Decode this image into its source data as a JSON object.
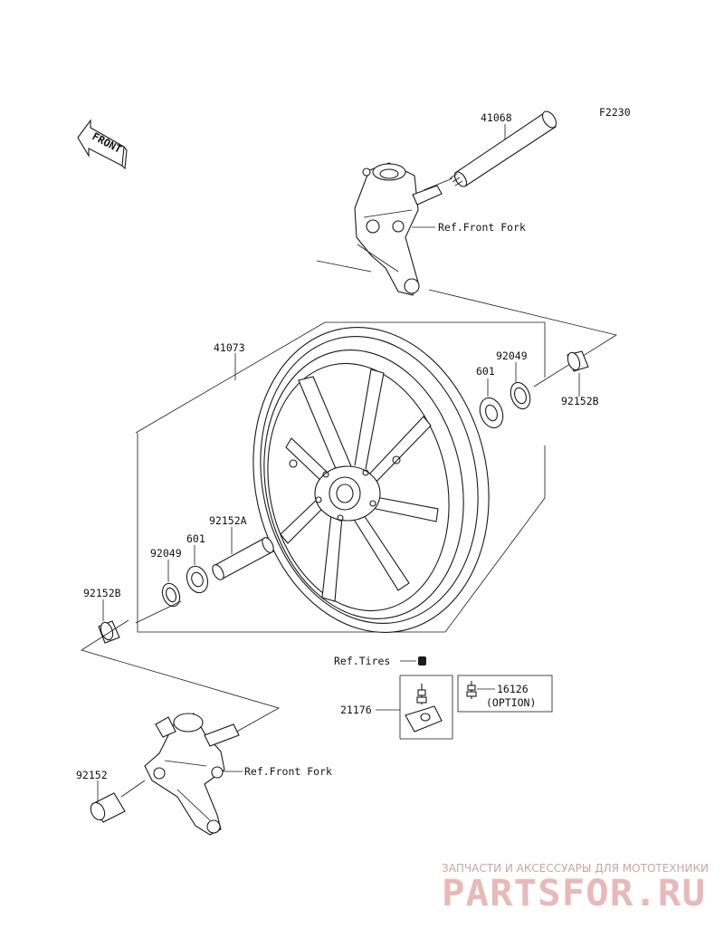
{
  "diagram": {
    "code": "F2230",
    "front_arrow": "FRONT",
    "labels": {
      "axle": "41068",
      "fork_ref_top": "Ref.Front Fork",
      "wheel": "41073",
      "bearing_right": "601",
      "seal_right": "92049",
      "collar_right": "92152B",
      "spacer": "92152A",
      "bearing_left": "601",
      "seal_left": "92049",
      "collar_left": "92152B",
      "tires_ref": "Ref.Tires",
      "valve": "21176",
      "valve_option": "16126",
      "option_text": "(OPTION)",
      "fork_ref_bottom": "Ref.Front Fork",
      "collar_bottom": "92152"
    }
  },
  "watermark": {
    "tagline": "ЗАПЧАСТИ И АКСЕССУАРЫ ДЛЯ МОТОТЕХНИКИ",
    "brand": "PARTSFOR.RU"
  }
}
